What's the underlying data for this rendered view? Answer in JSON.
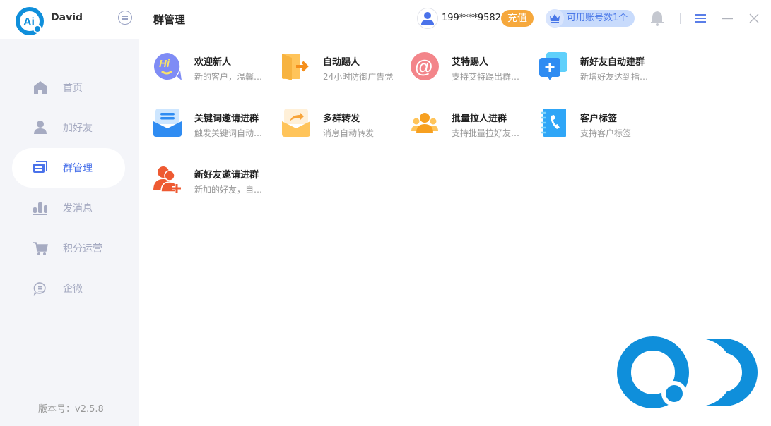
{
  "user": {
    "name": "David"
  },
  "sidebar": {
    "items": [
      {
        "label": "首页",
        "icon": "home-icon"
      },
      {
        "label": "加好友",
        "icon": "user-icon"
      },
      {
        "label": "群管理",
        "icon": "group-manage-icon",
        "active": true
      },
      {
        "label": "发消息",
        "icon": "bar-chart-icon"
      },
      {
        "label": "积分运营",
        "icon": "cart-icon"
      },
      {
        "label": "企微",
        "icon": "chat-icon"
      }
    ],
    "version": "版本号：v2.5.8"
  },
  "header": {
    "title": "群管理",
    "phone": "199****9582",
    "recharge_label": "充值",
    "accounts_label": "可用账号数1个"
  },
  "features": [
    {
      "title": "欢迎新人",
      "desc": "新的客户，温馨…",
      "icon": "hi-bubble-icon"
    },
    {
      "title": "自动踢人",
      "desc": "24小时防御广告党",
      "icon": "exit-door-icon"
    },
    {
      "title": "艾特踢人",
      "desc": "支持艾特踢出群…",
      "icon": "at-sign-icon"
    },
    {
      "title": "新好友自动建群",
      "desc": "新增好友达到指…",
      "icon": "add-chat-icon"
    },
    {
      "title": "关键词邀请进群",
      "desc": "触发关键词自动…",
      "icon": "envelope-list-icon"
    },
    {
      "title": "多群转发",
      "desc": "消息自动转发",
      "icon": "forward-envelope-icon"
    },
    {
      "title": "批量拉人进群",
      "desc": "支持批量拉好友…",
      "icon": "people-group-icon"
    },
    {
      "title": "客户标签",
      "desc": "支持客户标签",
      "icon": "phone-book-icon"
    },
    {
      "title": "新好友邀请进群",
      "desc": "新加的好友，自…",
      "icon": "add-user-icon"
    }
  ],
  "colors": {
    "accent": "#4a72ea",
    "orange": "#f6a83c",
    "brand": "#0f8fdb"
  }
}
